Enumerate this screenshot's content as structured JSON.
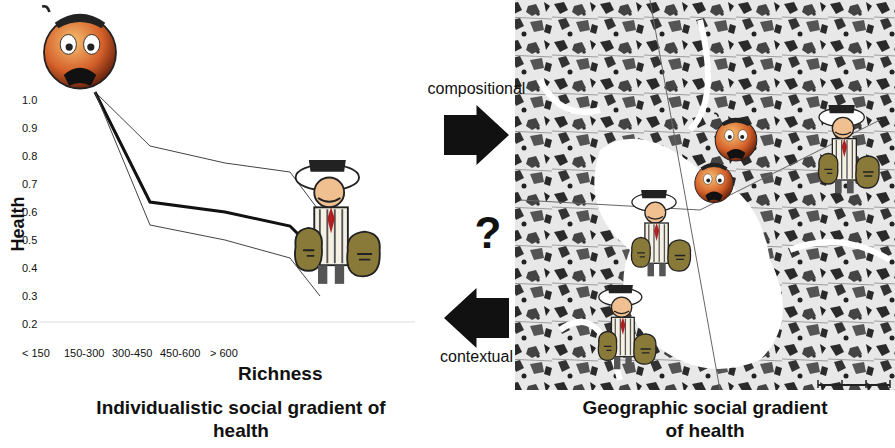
{
  "diagram": {
    "nodes": [
      {
        "text": [
          "Individualistic social gradient of health"
        ]
      },
      {
        "text": [
          "Geographic social gradient of health"
        ]
      }
    ],
    "edges": [
      {
        "from": 0,
        "to": 1,
        "arrow": "to",
        "label": "compositional"
      },
      {
        "from": 1,
        "to": 0,
        "arrow": "to",
        "label": "contextual"
      }
    ],
    "labels": [
      "1.0",
      "0.9",
      "0.8",
      "0.7",
      "0.6",
      "0.5",
      "0.4",
      "0.3",
      "0.2",
      "Health",
      "< 150",
      "150-300",
      "300-450",
      "450-600",
      "> 600",
      "Richness",
      "?"
    ]
  }
}
